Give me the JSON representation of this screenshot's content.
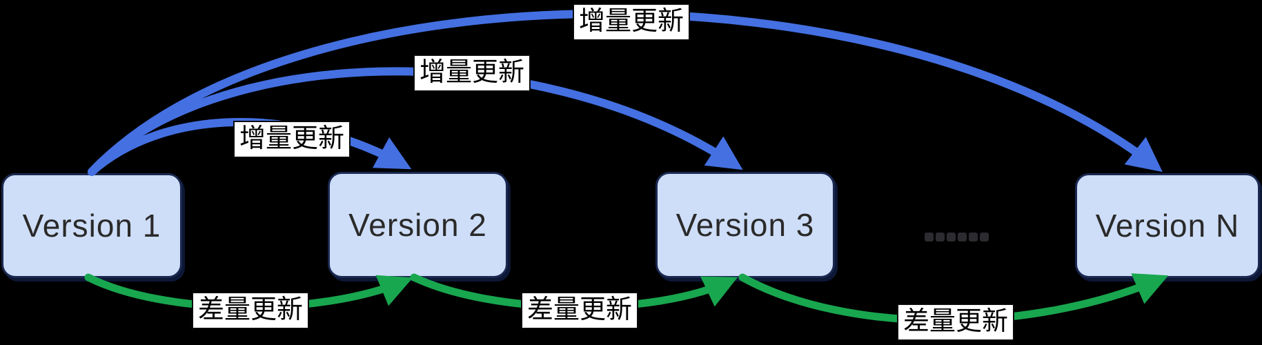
{
  "diagram": {
    "nodes": [
      {
        "label": "Version 1"
      },
      {
        "label": "Version 2"
      },
      {
        "label": "Version 3"
      },
      {
        "label": "Version N"
      }
    ],
    "ellipsis": {
      "text": "......",
      "dot_count": 6
    },
    "edge_labels": {
      "incremental": "增量更新",
      "differential": "差量更新"
    },
    "edges": [
      {
        "from": "Version 1",
        "to": "Version N",
        "type": "incremental",
        "label": "增量更新"
      },
      {
        "from": "Version 1",
        "to": "Version 3",
        "type": "incremental",
        "label": "增量更新"
      },
      {
        "from": "Version 1",
        "to": "Version 2",
        "type": "incremental",
        "label": "增量更新"
      },
      {
        "from": "Version 1",
        "to": "Version 2",
        "type": "differential",
        "label": "差量更新"
      },
      {
        "from": "Version 2",
        "to": "Version 3",
        "type": "differential",
        "label": "差量更新"
      },
      {
        "from": "Version 3",
        "to": "Version N",
        "type": "differential",
        "label": "差量更新"
      }
    ],
    "colors": {
      "background": "#000000",
      "incremental_arrow": "#4470e2",
      "differential_arrow": "#18a74f",
      "node_fill": "#cedef8",
      "node_border": "#1b2850",
      "node_text": "#2a2a2a",
      "label_background": "#ffffff",
      "label_border": "#0a0a0a",
      "ellipsis_dots": "#2b2b30"
    }
  }
}
